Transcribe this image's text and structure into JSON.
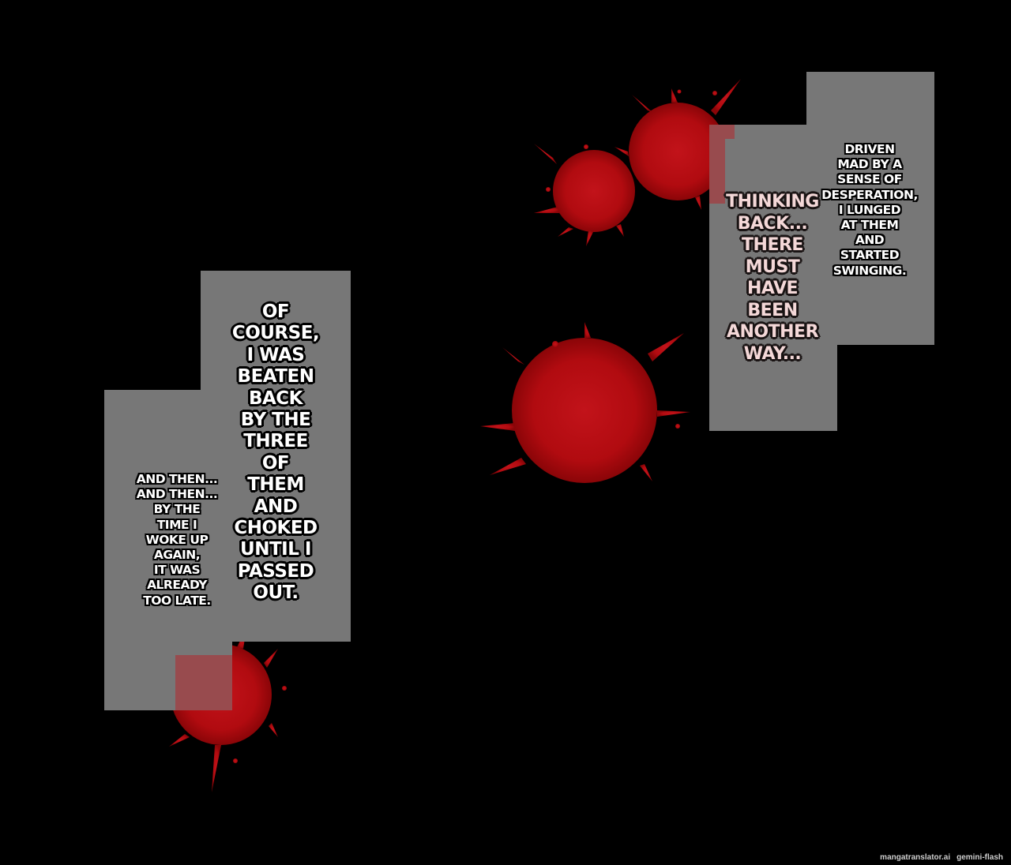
{
  "captions": {
    "right_large": "Thinking\nback...\nthere\nmust\nhave\nbeen\nanother\nway...",
    "right_small": "Driven\nmad by a\nsense of\ndesperation,\nI lunged\nat them\nand\nstarted\nswinging.",
    "left_large": "Of\ncourse,\nI was\nbeaten\nback\nby the\nthree\nof\nthem\nand\nchoked\nuntil I\npassed\nout.",
    "left_small": "And then...\nand then...\nby the\ntime I\nwoke up\nagain,\nit was\nalready\ntoo late."
  },
  "watermark": {
    "site": "mangatranslator.ai",
    "model": "gemini-flash"
  },
  "colors": {
    "background": "#000000",
    "panel": "#777777",
    "blood": "#b80d10"
  }
}
